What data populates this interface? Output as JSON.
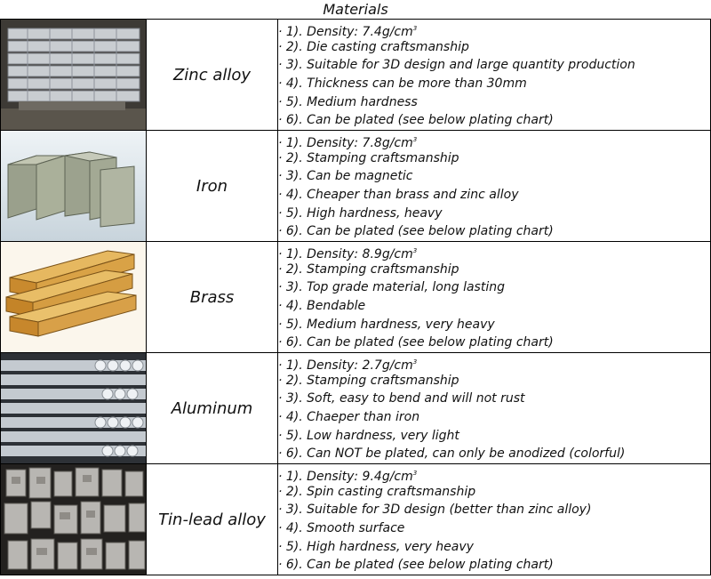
{
  "title": "Materials",
  "rows": [
    {
      "name": "Zinc alloy",
      "image": "zinc-ingots-image",
      "props": [
        {
          "text": "· 1). Density: 7.4g/cm",
          "sup": "3"
        },
        {
          "text": "· 2). Die casting craftsmanship"
        },
        {
          "text": "· 3). Suitable for 3D design and large quantity production"
        },
        {
          "text": "· 4). Thickness can be more than 30mm"
        },
        {
          "text": "· 5). Medium hardness"
        },
        {
          "text": "· 6). Can be plated (see below plating chart)"
        }
      ]
    },
    {
      "name": "Iron",
      "image": "iron-bars-image",
      "props": [
        {
          "text": "· 1). Density: 7.8g/cm",
          "sup": "3"
        },
        {
          "text": "· 2). Stamping craftsmanship"
        },
        {
          "text": "· 3). Can be magnetic"
        },
        {
          "text": "· 4). Cheaper than brass and zinc alloy"
        },
        {
          "text": "· 5). High hardness, heavy"
        },
        {
          "text": "· 6). Can be plated (see below plating chart)"
        }
      ]
    },
    {
      "name": "Brass",
      "image": "brass-bars-image",
      "props": [
        {
          "text": "· 1). Density: 8.9g/cm",
          "sup": "3"
        },
        {
          "text": "· 2). Stamping craftsmanship"
        },
        {
          "text": "· 3). Top grade material, long lasting"
        },
        {
          "text": "· 4). Bendable"
        },
        {
          "text": "· 5). Medium hardness, very heavy"
        },
        {
          "text": "· 6). Can be plated (see below plating chart)"
        }
      ]
    },
    {
      "name": "Aluminum",
      "image": "aluminum-rods-image",
      "props": [
        {
          "text": "· 1). Density: 2.7g/cm",
          "sup": "3"
        },
        {
          "text": "· 2). Stamping craftsmanship"
        },
        {
          "text": "· 3). Soft, easy to bend and will not rust"
        },
        {
          "text": "· 4). Chaeper than iron"
        },
        {
          "text": "· 5). Low hardness, very light"
        },
        {
          "text": "· 6). Can NOT be plated, can only be anodized (colorful)"
        }
      ]
    },
    {
      "name": "Tin-lead alloy",
      "image": "tin-lead-ingots-image",
      "props": [
        {
          "text": "· 1). Density: 9.4g/cm",
          "sup": "3"
        },
        {
          "text": "· 2). Spin casting craftsmanship"
        },
        {
          "text": "· 3). Suitable for 3D design (better than zinc alloy)"
        },
        {
          "text": "· 4). Smooth surface"
        },
        {
          "text": "· 5). High hardness, very heavy"
        },
        {
          "text": "· 6). Can be plated (see below plating chart)"
        }
      ]
    }
  ]
}
